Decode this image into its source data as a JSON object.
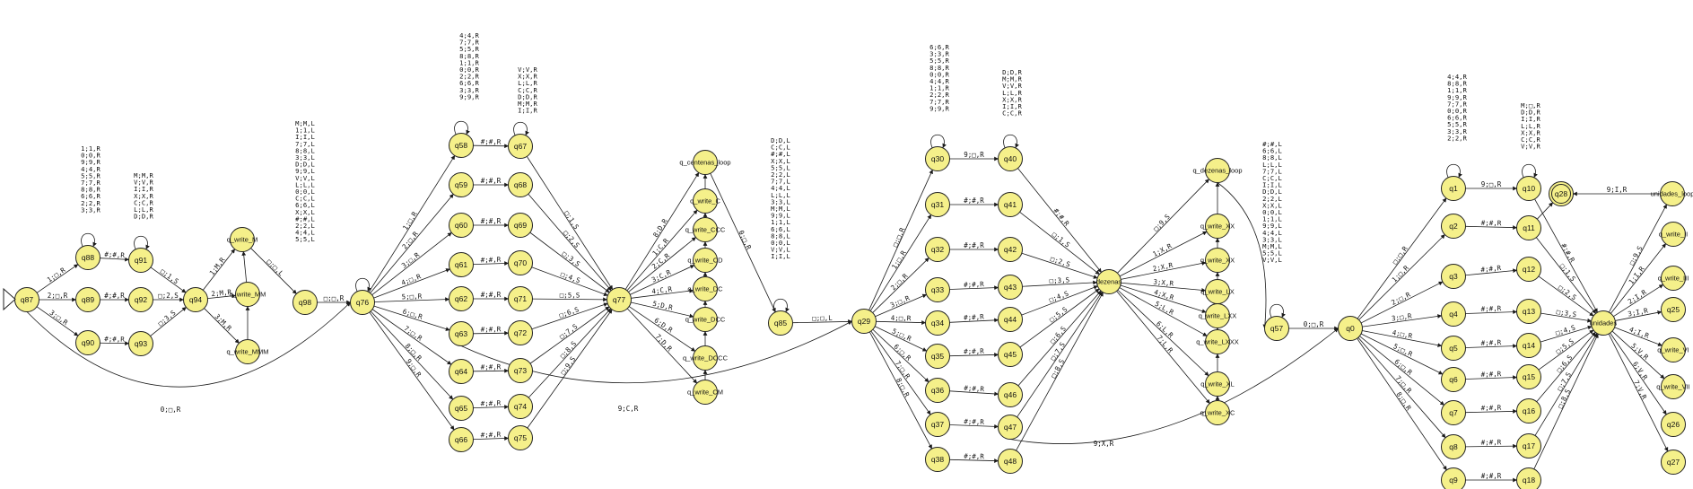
{
  "states": [
    {
      "id": "q87",
      "label": "q87"
    },
    {
      "id": "q88",
      "label": "q88"
    },
    {
      "id": "q89",
      "label": "q89"
    },
    {
      "id": "q90",
      "label": "q90"
    },
    {
      "id": "q91",
      "label": "q91"
    },
    {
      "id": "q92",
      "label": "q92"
    },
    {
      "id": "q93",
      "label": "q93"
    },
    {
      "id": "q94",
      "label": "q94"
    },
    {
      "id": "q_write_M",
      "label": "q_write_M"
    },
    {
      "id": "q_write_MM",
      "label": "q_write_MM"
    },
    {
      "id": "q_write_MMM",
      "label": "q_write_MMM"
    },
    {
      "id": "q98",
      "label": "q98"
    },
    {
      "id": "q76",
      "label": "q76"
    },
    {
      "id": "q58",
      "label": "q58"
    },
    {
      "id": "q59",
      "label": "q59"
    },
    {
      "id": "q60",
      "label": "q60"
    },
    {
      "id": "q61",
      "label": "q61"
    },
    {
      "id": "q62",
      "label": "q62"
    },
    {
      "id": "q63",
      "label": "q63"
    },
    {
      "id": "q64",
      "label": "q64"
    },
    {
      "id": "q65",
      "label": "q65"
    },
    {
      "id": "q66",
      "label": "q66"
    },
    {
      "id": "q67",
      "label": "q67"
    },
    {
      "id": "q68",
      "label": "q68"
    },
    {
      "id": "q69",
      "label": "q69"
    },
    {
      "id": "q70",
      "label": "q70"
    },
    {
      "id": "q71",
      "label": "q71"
    },
    {
      "id": "q72",
      "label": "q72"
    },
    {
      "id": "q73",
      "label": "q73"
    },
    {
      "id": "q74",
      "label": "q74"
    },
    {
      "id": "q75",
      "label": "q75"
    },
    {
      "id": "q77",
      "label": "q77"
    },
    {
      "id": "q_centenas_loop",
      "label": "q_centenas_loop"
    },
    {
      "id": "q_write_C",
      "label": "q_write_C"
    },
    {
      "id": "q_write_CCC",
      "label": "q_write_CCC"
    },
    {
      "id": "q_write_CD",
      "label": "q_write_CD"
    },
    {
      "id": "q_write_DC",
      "label": "q_write_DC"
    },
    {
      "id": "q_write_DCC",
      "label": "q_write_DCC"
    },
    {
      "id": "q_write_DCCC",
      "label": "q_write_DCCC"
    },
    {
      "id": "q_write_CM",
      "label": "q_write_CM"
    },
    {
      "id": "q85",
      "label": "q85"
    },
    {
      "id": "q29",
      "label": "q29"
    },
    {
      "id": "q30",
      "label": "q30"
    },
    {
      "id": "q31",
      "label": "q31"
    },
    {
      "id": "q32",
      "label": "q32"
    },
    {
      "id": "q33",
      "label": "q33"
    },
    {
      "id": "q34",
      "label": "q34"
    },
    {
      "id": "q35",
      "label": "q35"
    },
    {
      "id": "q36",
      "label": "q36"
    },
    {
      "id": "q37",
      "label": "q37"
    },
    {
      "id": "q38",
      "label": "q38"
    },
    {
      "id": "q40",
      "label": "q40"
    },
    {
      "id": "q41",
      "label": "q41"
    },
    {
      "id": "q42",
      "label": "q42"
    },
    {
      "id": "q43",
      "label": "q43"
    },
    {
      "id": "q44",
      "label": "q44"
    },
    {
      "id": "q45",
      "label": "q45"
    },
    {
      "id": "q46",
      "label": "q46"
    },
    {
      "id": "q47",
      "label": "q47"
    },
    {
      "id": "q48",
      "label": "q48"
    },
    {
      "id": "dezenas",
      "label": "dezenas"
    },
    {
      "id": "q_dezenas_loop",
      "label": "q_dezenas_loop"
    },
    {
      "id": "q_write_XX",
      "label": "q_write_XX"
    },
    {
      "id": "q_write_XXX",
      "label": "q_write_XX"
    },
    {
      "id": "q_write_LX",
      "label": "q_write_LX"
    },
    {
      "id": "q_write_LXX",
      "label": "q_write_LXX"
    },
    {
      "id": "q_write_LXXX",
      "label": "q_write_LXXX"
    },
    {
      "id": "q_write_XL",
      "label": "q_write_XL"
    },
    {
      "id": "q_write_XC",
      "label": "q_write_XC"
    },
    {
      "id": "q57",
      "label": "q57"
    },
    {
      "id": "q0",
      "label": "q0"
    },
    {
      "id": "q1",
      "label": "q1"
    },
    {
      "id": "q2",
      "label": "q2"
    },
    {
      "id": "q3",
      "label": "q3"
    },
    {
      "id": "q4",
      "label": "q4"
    },
    {
      "id": "q5",
      "label": "q5"
    },
    {
      "id": "q6",
      "label": "q6"
    },
    {
      "id": "q7",
      "label": "q7"
    },
    {
      "id": "q8",
      "label": "q8"
    },
    {
      "id": "q9",
      "label": "q9"
    },
    {
      "id": "q10",
      "label": "q10"
    },
    {
      "id": "q11",
      "label": "q11"
    },
    {
      "id": "q12",
      "label": "q12"
    },
    {
      "id": "q13",
      "label": "q13"
    },
    {
      "id": "q14",
      "label": "q14"
    },
    {
      "id": "q15",
      "label": "q15"
    },
    {
      "id": "q16",
      "label": "q16"
    },
    {
      "id": "q17",
      "label": "q17"
    },
    {
      "id": "q18",
      "label": "q18"
    },
    {
      "id": "unidades",
      "label": "unidades"
    },
    {
      "id": "q28",
      "label": "q28"
    },
    {
      "id": "unidades_loop",
      "label": "unidades_loop"
    },
    {
      "id": "q_write_II",
      "label": "q_write_II"
    },
    {
      "id": "q_write_III",
      "label": "q_write_III"
    },
    {
      "id": "q25",
      "label": "q25"
    },
    {
      "id": "q_write_VI",
      "label": "q_write_VI"
    },
    {
      "id": "q_write_VII",
      "label": "q_write_VII"
    },
    {
      "id": "q26",
      "label": "q26"
    },
    {
      "id": "q27",
      "label": "q27"
    }
  ],
  "edge_labels": [
    {
      "text": "1;□,R"
    },
    {
      "text": "2;□,R"
    },
    {
      "text": "3;□,R"
    },
    {
      "text": "#;#,R"
    },
    {
      "text": "#;#,R"
    },
    {
      "text": "#;#,R"
    },
    {
      "text": "□;1,S"
    },
    {
      "text": "□;2,S"
    },
    {
      "text": "□;3,S"
    },
    {
      "text": "1;M,R"
    },
    {
      "text": "2;M,R"
    },
    {
      "text": "3;M,R"
    },
    {
      "text": "□;□,L"
    },
    {
      "text": "□;□,R"
    },
    {
      "text": "0;□,R"
    },
    {
      "text": "1;□,R"
    },
    {
      "text": "2;□,R"
    },
    {
      "text": "3;□,R"
    },
    {
      "text": "4;□,R"
    },
    {
      "text": "5;□,R"
    },
    {
      "text": "6;□,R"
    },
    {
      "text": "7;□,R"
    },
    {
      "text": "8;□,R"
    },
    {
      "text": "9;□,R"
    },
    {
      "text": "#;#,R"
    },
    {
      "text": "#;#,R"
    },
    {
      "text": "#;#,R"
    },
    {
      "text": "#;#,R"
    },
    {
      "text": "#;#,R"
    },
    {
      "text": "#;#,R"
    },
    {
      "text": "#;#,R"
    },
    {
      "text": "#;#,R"
    },
    {
      "text": "#;#,R"
    },
    {
      "text": "□;1,S"
    },
    {
      "text": "□;2,S"
    },
    {
      "text": "□;3,S"
    },
    {
      "text": "□;4,S"
    },
    {
      "text": "□;5,S"
    },
    {
      "text": "□;6,S"
    },
    {
      "text": "□;7,S"
    },
    {
      "text": "□;8,S"
    },
    {
      "text": "□;9,S"
    },
    {
      "text": "1;C,R"
    },
    {
      "text": "2;C,R"
    },
    {
      "text": "3;C,R"
    },
    {
      "text": "4;C,R"
    },
    {
      "text": "5;D,R"
    },
    {
      "text": "6;D,R"
    },
    {
      "text": "7;D,R"
    },
    {
      "text": "8;D,R"
    },
    {
      "text": "9;C,R"
    },
    {
      "text": "0;□,R"
    },
    {
      "text": "□;□,L"
    },
    {
      "text": "□;□,R"
    },
    {
      "text": "1;□,R"
    },
    {
      "text": "2;□,R"
    },
    {
      "text": "3;□,R"
    },
    {
      "text": "4;□,R"
    },
    {
      "text": "5;□,R"
    },
    {
      "text": "6;□,R"
    },
    {
      "text": "7;□,R"
    },
    {
      "text": "8;□,R"
    },
    {
      "text": "9;□,R"
    },
    {
      "text": "#;#,R"
    },
    {
      "text": "#;#,R"
    },
    {
      "text": "#;#,R"
    },
    {
      "text": "#;#,R"
    },
    {
      "text": "#;#,R"
    },
    {
      "text": "#;#,R"
    },
    {
      "text": "#;#,R"
    },
    {
      "text": "#;#,R"
    },
    {
      "text": "#;#,R"
    },
    {
      "text": "□;1,S"
    },
    {
      "text": "□;2,S"
    },
    {
      "text": "□;3,S"
    },
    {
      "text": "□;4,S"
    },
    {
      "text": "□;5,S"
    },
    {
      "text": "□;6,S"
    },
    {
      "text": "□;7,S"
    },
    {
      "text": "□;8,S"
    },
    {
      "text": "□;9,S"
    },
    {
      "text": "1;X,R"
    },
    {
      "text": "2;X,R"
    },
    {
      "text": "3;X,R"
    },
    {
      "text": "4;X,R"
    },
    {
      "text": "5;L,R"
    },
    {
      "text": "6;L,R"
    },
    {
      "text": "7;L,R"
    },
    {
      "text": "8;L,R"
    },
    {
      "text": "9;X,R"
    },
    {
      "text": "0;□,R"
    },
    {
      "text": "□;□,R"
    },
    {
      "text": "1;□,R"
    },
    {
      "text": "2;□,R"
    },
    {
      "text": "3;□,R"
    },
    {
      "text": "4;□,R"
    },
    {
      "text": "5;□,R"
    },
    {
      "text": "6;□,R"
    },
    {
      "text": "7;□,R"
    },
    {
      "text": "8;□,R"
    },
    {
      "text": "9;□,R"
    },
    {
      "text": "#;#,R"
    },
    {
      "text": "#;#,R"
    },
    {
      "text": "#;#,R"
    },
    {
      "text": "#;#,R"
    },
    {
      "text": "#;#,R"
    },
    {
      "text": "#;#,R"
    },
    {
      "text": "#;#,R"
    },
    {
      "text": "#;#,R"
    },
    {
      "text": "#;#,R"
    },
    {
      "text": "□;1,S"
    },
    {
      "text": "□;2,S"
    },
    {
      "text": "□;3,S"
    },
    {
      "text": "□;4,S"
    },
    {
      "text": "□;5,S"
    },
    {
      "text": "□;6,S"
    },
    {
      "text": "□;7,S"
    },
    {
      "text": "□;8,S"
    },
    {
      "text": "□;9,S"
    },
    {
      "text": "1;I,R"
    },
    {
      "text": "2;I,R"
    },
    {
      "text": "3;I,R"
    },
    {
      "text": "4;I,R"
    },
    {
      "text": "5;V,R"
    },
    {
      "text": "6;V,R"
    },
    {
      "text": "7;V,R"
    },
    {
      "text": "8;V,R"
    },
    {
      "text": "9;I,R"
    },
    {
      "text": "□;□,R"
    }
  ],
  "stacks": [
    {
      "lines": [
        "1;1,R",
        "0;0,R",
        "9;9,R",
        "4;4,R",
        "5;5,R",
        "7;7,R",
        "8;8,R",
        "6;6,R",
        "2;2,R",
        "3;3,R"
      ]
    },
    {
      "lines": [
        "M;M,R",
        "V;V,R",
        "I;I,R",
        "X;X,R",
        "C;C,R",
        "L;L,R",
        "D;D,R"
      ]
    },
    {
      "lines": [
        "M;M,L",
        "1;1,L",
        "I;I,L",
        "7;7,L",
        "8;8,L",
        "3;3,L",
        "D;D,L",
        "9;9,L",
        "V;V,L",
        "L;L,L",
        "0;0,L",
        "C;C,L",
        "6;6,L",
        "X;X,L",
        "#;#,L",
        "2;2,L",
        "4;4,L",
        "5;5,L"
      ]
    },
    {
      "lines": [
        "4;4,R",
        "7;7,R",
        "5;5,R",
        "8;8,R",
        "1;1,R",
        "0;0,R",
        "2;2,R",
        "6;6,R",
        "3;3,R",
        "9;9,R"
      ]
    },
    {
      "lines": [
        "V;V,R",
        "X;X,R",
        "L;L,R",
        "C;C,R",
        "D;D,R",
        "M;M,R",
        "I;I,R"
      ]
    },
    {
      "lines": [
        "D;D,L",
        "C;C,L",
        "#;#,L",
        "X;X,L",
        "5;5,L",
        "2;2,L",
        "7;7,L",
        "4;4,L",
        "L;L,L",
        "3;3,L",
        "M;M,L",
        "9;9,L",
        "1;1,L",
        "6;6,L",
        "8;8,L",
        "0;0,L",
        "V;V,L",
        "I;I,L"
      ]
    },
    {
      "lines": [
        "6;6,R",
        "3;3,R",
        "5;5,R",
        "8;8,R",
        "0;0,R",
        "4;4,R",
        "1;1,R",
        "2;2,R",
        "7;7,R",
        "9;9,R"
      ]
    },
    {
      "lines": [
        "D;D,R",
        "M;M,R",
        "V;V,R",
        "L;L,R",
        "X;X,R",
        "I;I,R",
        "C;C,R"
      ]
    },
    {
      "lines": [
        "#;#,L",
        "6;6,L",
        "8;8,L",
        "L;L,L",
        "7;7,L",
        "C;C,L",
        "I;I,L",
        "D;D,L",
        "2;2,L",
        "X;X,L",
        "0;0,L",
        "1;1,L",
        "9;9,L",
        "4;4,L",
        "3;3,L",
        "M;M,L",
        "5;5,L",
        "V;V,L"
      ]
    },
    {
      "lines": [
        "4;4,R",
        "8;8,R",
        "1;1,R",
        "9;9,R",
        "7;7,R",
        "0;0,R",
        "6;6,R",
        "5;5,R",
        "3;3,R",
        "2;2,R"
      ]
    },
    {
      "lines": [
        "M;□,R",
        "D;D,R",
        "I;I,R",
        "L;L,R",
        "X;X,R",
        "C;C,R",
        "V;V,R"
      ]
    }
  ]
}
